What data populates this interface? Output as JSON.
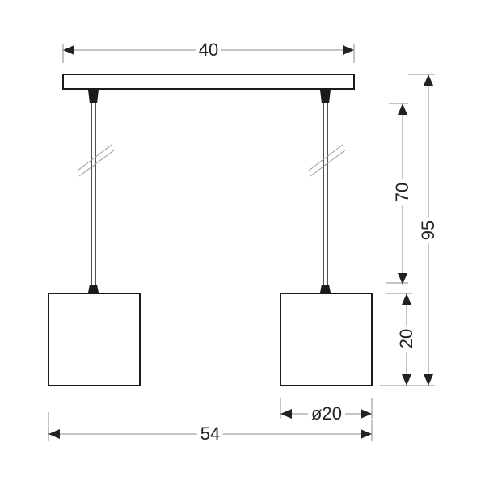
{
  "diagram": {
    "type": "dimension-drawing",
    "subject": "two-light pendant lamp with square shades",
    "colors": {
      "line": "#1a1a1a",
      "dim": "#888888",
      "arrow": "#222222",
      "background": "#ffffff"
    },
    "dimensions": {
      "canopy_width": "40",
      "cord_length": "70",
      "overall_height": "95",
      "shade_height": "20",
      "shade_diameter": "ø20",
      "overall_width": "54"
    }
  }
}
